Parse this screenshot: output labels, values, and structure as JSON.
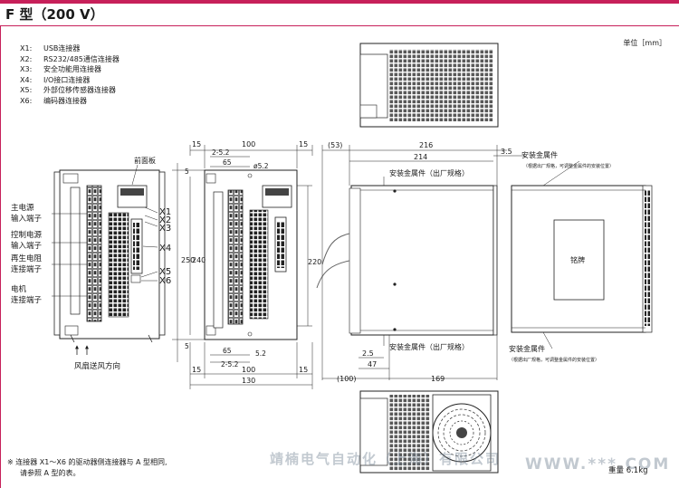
{
  "title": "F 型（200 V）",
  "unit_label": "单位［mm］",
  "connectors": [
    {
      "code": "X1:",
      "desc": "USB连接器"
    },
    {
      "code": "X2:",
      "desc": "RS232/485通信连接器"
    },
    {
      "code": "X3:",
      "desc": "安全功能用连接器"
    },
    {
      "code": "X4:",
      "desc": "I/O接口连接器"
    },
    {
      "code": "X5:",
      "desc": "外部位移传感器连接器"
    },
    {
      "code": "X6:",
      "desc": "编码器连接器"
    }
  ],
  "front_view": {
    "front_panel": "前面板",
    "left_labels": [
      "主电源",
      "输入端子",
      "控制电源",
      "输入端子",
      "再生电阻",
      "连接端子",
      "电机",
      "连接端子"
    ],
    "right_labels": [
      "X1",
      "X2",
      "X3",
      "X4",
      "X5",
      "X6"
    ],
    "fan": "风扇送风方向"
  },
  "dims_front": {
    "top": [
      "15",
      "100",
      "15"
    ],
    "tl": [
      "2-5.2",
      "65",
      "ø5.2"
    ],
    "left": [
      "5",
      "250",
      "240",
      "5"
    ],
    "right": "220",
    "bl": [
      "65",
      "2-5.2",
      "5.2"
    ],
    "bottom": [
      "15",
      "100",
      "15",
      "130"
    ]
  },
  "dims_side": {
    "top": [
      "(53)",
      "216",
      "214",
      "3.5"
    ],
    "mid": [
      "2.5",
      "47"
    ],
    "bottom": [
      "(100)",
      "169"
    ],
    "bracket": "安装金属件（出厂规格）",
    "bracket_right": "安装金属件",
    "bracket_note": "（根据出厂规格，可调整金属件的安装位置）",
    "nameplate": "铭牌"
  },
  "note_lines": [
    "※ 连接器 X1～X6 的驱动器侧连接器与 A 型相同,",
    "请参照 A 型的表。"
  ],
  "weight": "重量 6.1kg",
  "watermark": "靖楠电气自动化（上海）有限公司",
  "watermark2": "WWW.***.COM"
}
